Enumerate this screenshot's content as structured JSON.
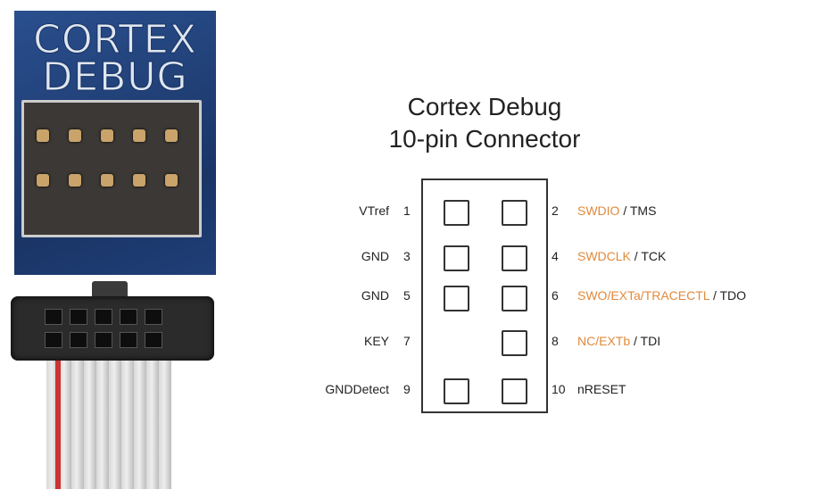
{
  "photo_board": {
    "logo_text": [
      "CORTEX",
      "DEBUG"
    ]
  },
  "title": {
    "line1": "Cortex Debug",
    "line2": "10-pin Connector"
  },
  "pins_left": [
    {
      "label": "VTref",
      "num": "1"
    },
    {
      "label": "GND",
      "num": "3"
    },
    {
      "label": "GND",
      "num": "5"
    },
    {
      "label": "KEY",
      "num": "7"
    },
    {
      "label": "GNDDetect",
      "num": "9"
    }
  ],
  "pins_right": [
    {
      "num": "2",
      "swd": "SWDIO",
      "jtag": " / TMS"
    },
    {
      "num": "4",
      "swd": "SWDCLK",
      "jtag": " / TCK"
    },
    {
      "num": "6",
      "swd": "SWO/EXTa/TRACECTL",
      "jtag": " / TDO"
    },
    {
      "num": "8",
      "swd": "NC/EXTb",
      "jtag": " / TDI"
    },
    {
      "num": "10",
      "swd": "",
      "jtag": "nRESET"
    }
  ],
  "colors": {
    "swd": "#e08a3c",
    "text": "#222222"
  }
}
